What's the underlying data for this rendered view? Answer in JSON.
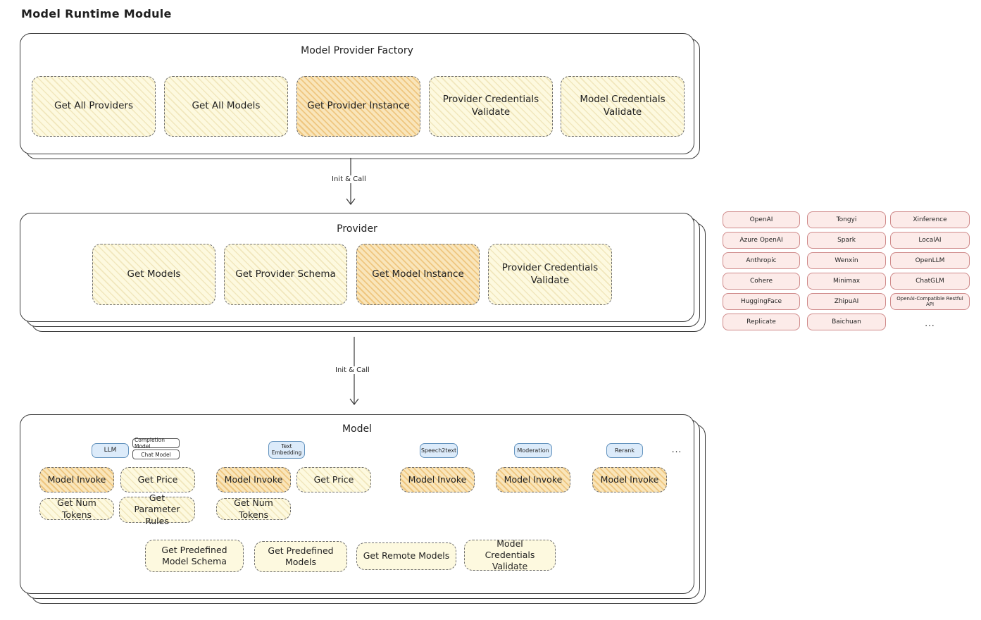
{
  "page": {
    "title": "Model Runtime Module"
  },
  "arrows": {
    "first": "Init & Call",
    "second": "Init & Call"
  },
  "factory": {
    "title": "Model Provider Factory",
    "items": [
      "Get All Providers",
      "Get All Models",
      "Get Provider Instance",
      "Provider Credentials Validate",
      "Model Credentials Validate"
    ]
  },
  "provider": {
    "title": "Provider",
    "items": [
      "Get Models",
      "Get Provider Schema",
      "Get Model Instance",
      "Provider Credentials Validate"
    ]
  },
  "vendors": {
    "col1": [
      "OpenAI",
      "Azure OpenAI",
      "Anthropic",
      "Cohere",
      "HuggingFace",
      "Replicate"
    ],
    "col2": [
      "Tongyi",
      "Spark",
      "Wenxin",
      "Minimax",
      "ZhipuAI",
      "Baichuan"
    ],
    "col3": [
      "Xinference",
      "LocalAI",
      "OpenLLM",
      "ChatGLM",
      "OpenAI-Compatible Restful API"
    ],
    "more": "..."
  },
  "model": {
    "title": "Model",
    "types": {
      "llm": "LLM",
      "completion": "Completion Model",
      "chat": "Chat Model",
      "embedding": "Text Embedding",
      "speech": "Speech2text",
      "moderation": "Moderation",
      "rerank": "Rerank",
      "more": "..."
    },
    "llm_ops": [
      "Model Invoke",
      "Get Price",
      "Get Num Tokens",
      "Get Parameter Rules"
    ],
    "embedding_ops": [
      "Model Invoke",
      "Get Price",
      "Get Num Tokens"
    ],
    "speech_ops": [
      "Model Invoke"
    ],
    "moderation_ops": [
      "Model Invoke"
    ],
    "rerank_ops": [
      "Model Invoke"
    ],
    "common_ops": [
      "Get Predefined Model Schema",
      "Get Predefined Models",
      "Get Remote Models",
      "Model Credentials Validate"
    ]
  }
}
